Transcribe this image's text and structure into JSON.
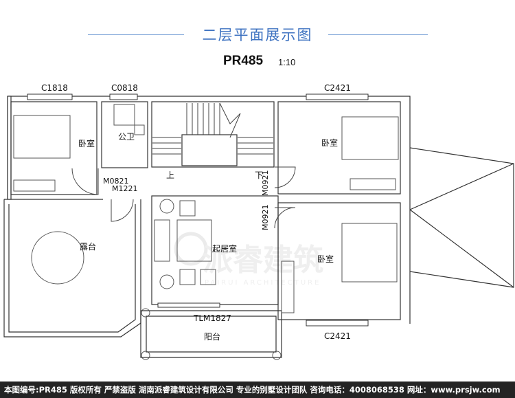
{
  "header": {
    "title": "二层平面展示图",
    "plan_code": "PR485",
    "scale": "1:10"
  },
  "plan": {
    "windows_top": {
      "c1818": "C1818",
      "c0818": "C0818",
      "c2421_top": "C2421"
    },
    "window_bottom": "C2421",
    "sliding_door": "TLM1827",
    "doors": {
      "m0821": "M0821",
      "m1221": "M1221",
      "m0921_a": "M0921",
      "m0921_b": "M0921"
    },
    "rooms": {
      "bedroom_nw": "卧室",
      "bathroom": "公卫",
      "bedroom_ne": "卧室",
      "terrace": "露台",
      "living": "起居室",
      "bedroom_e": "卧室",
      "balcony": "阳台"
    },
    "stair": {
      "up": "上",
      "down": "下"
    },
    "watermark": {
      "cn": "派睿建筑",
      "en": "PAIRUI ARCHITECTURE"
    }
  },
  "footer": {
    "text": "本图编号:PR485 版权所有 严禁盗版 湖南派睿建筑设计有限公司 专业的别墅设计团队 咨询电话：4008068538 网址：www.prsjw.com"
  },
  "colors": {
    "title": "#3f73c1",
    "rule": "#7fa6d8",
    "footer_bg": "#242424"
  }
}
